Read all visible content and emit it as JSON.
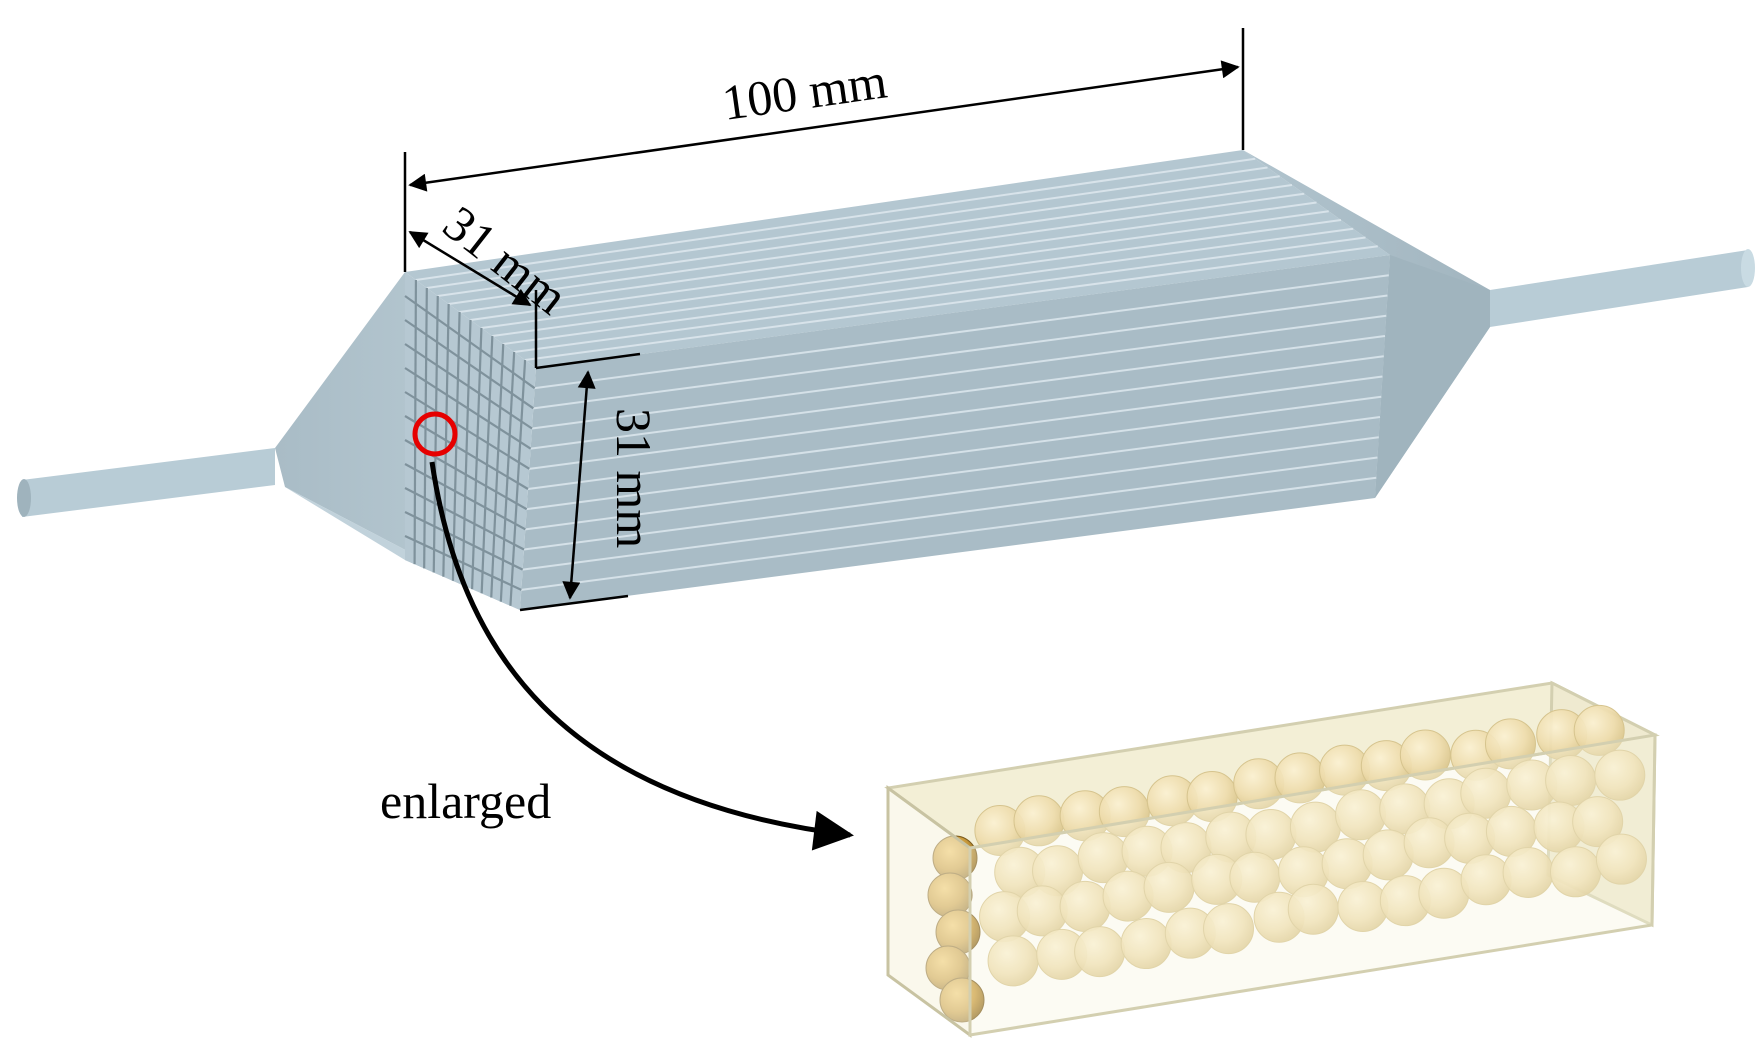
{
  "labels": {
    "length": "100 mm",
    "width": "31 mm",
    "height": "31 mm",
    "enlarged": "enlarged"
  },
  "colors": {
    "reactor_top": "#b4c7d1",
    "reactor_side": "#a7bac4",
    "reactor_face": "#b6c8d2",
    "reactor_line": "#d8e3ea",
    "grid_line": "#7f929c",
    "pipe": "#b8ccd6",
    "highlight_circle": "#e60000",
    "particle": "#f0dfb0",
    "particle_dark": "#c99a3c",
    "box_fill": "#f6f3dc",
    "box_edge": "#d3cfb0"
  },
  "icons": {
    "zoom_marker": "circle-marker-icon",
    "leader_arrow": "curved-arrow-icon"
  }
}
